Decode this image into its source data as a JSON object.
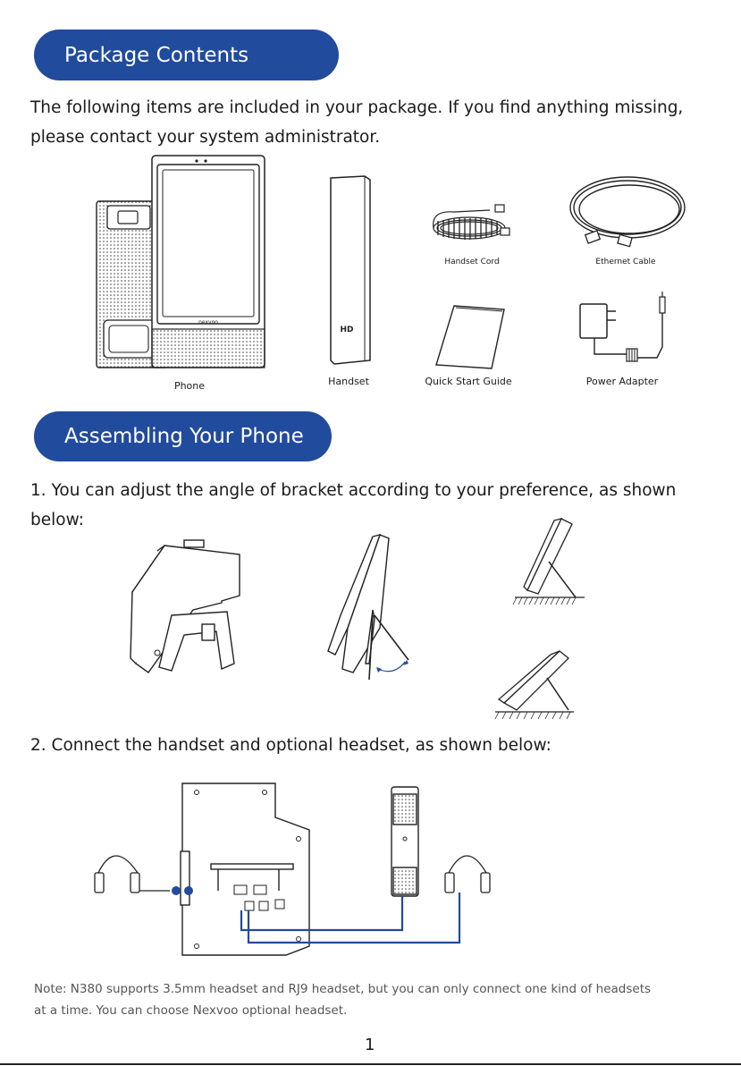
{
  "sections": {
    "package_contents": {
      "title": "Package Contents",
      "intro_line1": "The following items are included in your package. If you find anything missing,",
      "intro_line2": "please contact your system administrator.",
      "items": {
        "phone": "Phone",
        "handset": "Handset",
        "handset_cord": "Handset Cord",
        "ethernet_cable": "Ethernet Cable",
        "quick_start_guide": "Quick Start Guide",
        "power_adapter": "Power Adapter"
      },
      "phone_brand": "nexvoo",
      "hd_mark": "HD"
    },
    "assembling": {
      "title": "Assembling Your Phone",
      "step1_line1": "1. You can adjust the angle of bracket according to your preference, as shown",
      "step1_line2": "below:",
      "step2": "2. Connect the handset and optional headset, as shown below:"
    }
  },
  "note": {
    "line1": "Note: N380 supports 3.5mm headset and RJ9 headset, but you can only connect one kind of headsets",
    "line2": "at a time. You can choose Nexvoo optional headset."
  },
  "page_number": "1",
  "colors": {
    "accent": "#214b9c",
    "line_art": "#1a1a1a"
  }
}
